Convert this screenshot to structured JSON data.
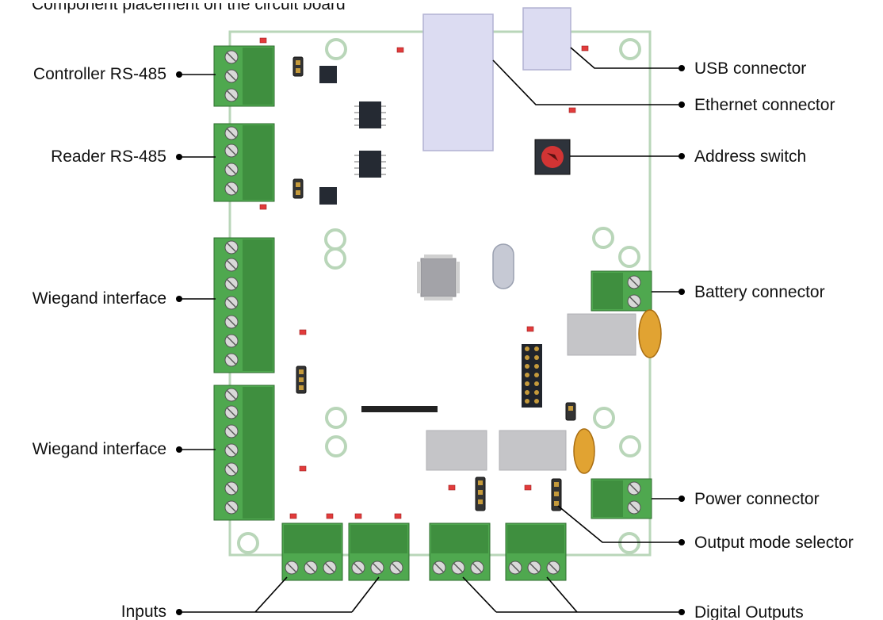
{
  "header_text": "Component placement on the circuit board",
  "labels": {
    "left": [
      "Controller RS-485",
      "Reader RS-485",
      "Wiegand interface",
      "Wiegand interface"
    ],
    "right": [
      "USB connector",
      "Ethernet connector",
      "Address switch",
      "Battery connector",
      "Power connector",
      "Output mode selector"
    ],
    "bottom_left": "Inputs",
    "bottom_right": "Digital Outputs"
  },
  "colors": {
    "board_outline": "#b9d6b9",
    "terminal_green": "#4fa84f",
    "led_red": "#e23b3b",
    "capacitor": "#e1a332"
  }
}
